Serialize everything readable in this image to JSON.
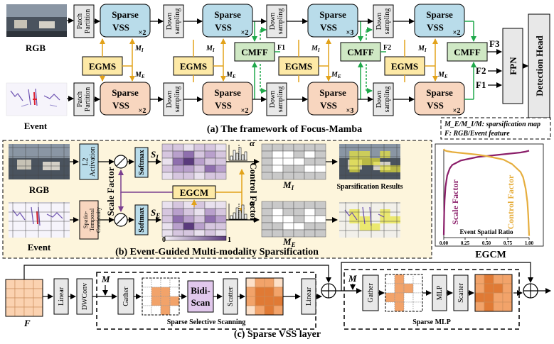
{
  "colors": {
    "vss_rgb": "#b9dcea",
    "vss_event": "#f8d6bf",
    "cmff": "#cfe8c4",
    "egms": "#fde9a6",
    "panel_b_bg": "#fdf5dc",
    "green_arrow": "#1fa84a",
    "orange_arrow": "#e2a21a",
    "purple": "#7a3e8f",
    "gray_box": "#e8e8e8",
    "bidi": "#e1c8ec",
    "sparse_fill": "#f2a36a",
    "sparse_dark": "#e07a35"
  },
  "inputs": {
    "rgb": "RGB",
    "event": "Event"
  },
  "panel_a": {
    "patch_partition": "Patch Partition",
    "down_sampling": "Down sampling",
    "sparse": "Sparse",
    "vss": "VSS",
    "x2": "×2",
    "x3": "×3",
    "egms": "EGMS",
    "cmff": "CMFF",
    "m_i": "M",
    "m_i_sub": "I",
    "m_e": "M",
    "m_e_sub": "E",
    "f1": "F1",
    "f2": "F2",
    "f3": "F3",
    "fpn": "FPN",
    "detection_head": "Detection Head",
    "legend_line1": "M_E/M_I/M: sparsification map",
    "legend_line2": "F: RGB/Event feature",
    "caption": "(a) The framework of Focus-Mamba"
  },
  "panel_b": {
    "l2_activation": "L2 Activation",
    "spatio_temporal": "Spatio-Temporal Continuity",
    "softmax": "Softmax",
    "s_i": "S",
    "s_i_sub": "I",
    "s_e": "S",
    "s_e_sub": "E",
    "scale_factor": "Scale Factor",
    "control_factor": "Control Factor",
    "egcm": "EGCM",
    "alpha": "α",
    "m_i": "M",
    "m_i_sub": "I",
    "m_e": "M",
    "m_e_sub": "E",
    "sparsification_results": "Sparsification Results",
    "scale_0": "0",
    "scale_1": "1",
    "caption": "(b) Event-Guided Multi-modality Sparsification",
    "rgb": "RGB",
    "event": "Event"
  },
  "egcm_chart": {
    "title": "EGCM",
    "xlabel": "Event Spatial Ratio",
    "scale_label": "Scale Factor",
    "control_label": "Control Factor",
    "ticks": [
      "0.00",
      "0.25",
      "0.50",
      "0.75",
      "1.00"
    ]
  },
  "chart_data": {
    "type": "line",
    "title": "EGCM",
    "xlabel": "Event Spatial Ratio",
    "ylabel": "",
    "xlim": [
      0,
      1
    ],
    "ylim": [
      0,
      1
    ],
    "x": [
      0.0,
      0.005,
      0.01,
      0.02,
      0.04,
      0.07,
      0.1,
      0.2,
      0.3,
      0.4,
      0.5,
      0.6,
      0.7,
      0.8,
      0.9,
      0.93,
      0.96,
      0.98,
      0.99,
      1.0
    ],
    "series": [
      {
        "name": "Scale Factor",
        "values": [
          0.03,
          0.28,
          0.42,
          0.57,
          0.7,
          0.78,
          0.82,
          0.87,
          0.89,
          0.91,
          0.92,
          0.93,
          0.94,
          0.95,
          0.96,
          0.965,
          0.97,
          0.975,
          0.978,
          0.98
        ]
      },
      {
        "name": "Control Factor",
        "values": [
          1.0,
          0.99,
          0.985,
          0.98,
          0.975,
          0.97,
          0.965,
          0.955,
          0.945,
          0.935,
          0.92,
          0.9,
          0.88,
          0.83,
          0.74,
          0.68,
          0.55,
          0.4,
          0.25,
          0.02
        ]
      }
    ]
  },
  "panel_c": {
    "f": "F",
    "m": "M",
    "linear": "Linear",
    "dwconv": "DWConv",
    "gather": "Gather",
    "bidi": "Bidi-",
    "scan": "Scan",
    "scatter": "Scatter",
    "mlp": "MLP",
    "sparse_selective_scanning": "Sparse Selective Scanning",
    "sparse_mlp": "Sparse MLP",
    "caption": "(c) Sparse VSS layer"
  }
}
